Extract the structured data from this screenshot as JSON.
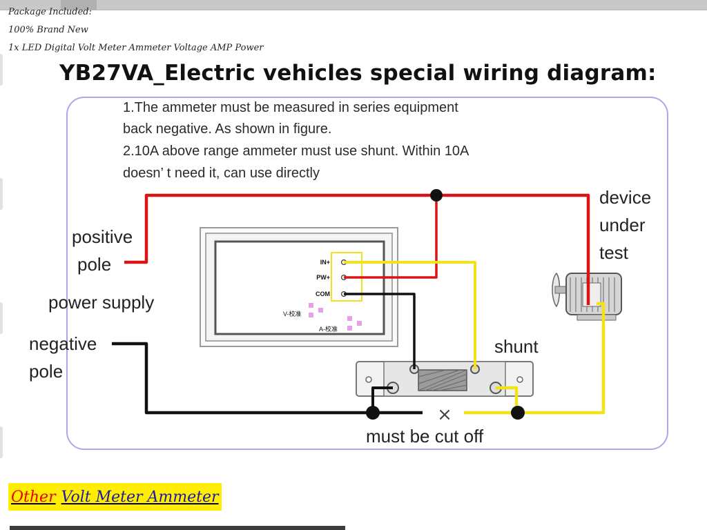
{
  "header_lines": [
    "Package Included:",
    "100% Brand New",
    "1x LED Digital Volt Meter Ammeter Voltage AMP Power"
  ],
  "title": "YB27VA_Electric vehicles special wiring diagram:",
  "notes": [
    "1.The ammeter must be measured in series equipment",
    "back negative. As shown in figure.",
    "2.10A above range ammeter must use shunt. Within  10A",
    " doesn’  t need it, can use directly"
  ],
  "labels": {
    "positive_line1": "positive",
    "positive_line2": "pole",
    "power_supply": "power supply",
    "negative_line1": "negative",
    "negative_line2": "pole",
    "device_line1": "device",
    "device_line2": "under",
    "device_line3": "test",
    "shunt": "shunt",
    "cut_off": "must be cut off"
  },
  "meter_labels": {
    "in_plus": "IN+",
    "pw_plus": "PW+",
    "com": "COM",
    "v_cal": "V-校准",
    "a_cal": "A-校准"
  },
  "cut_mark": "×",
  "link": {
    "word1": "Other",
    "word2": "Volt Meter Ammeter"
  },
  "colors": {
    "positive_wire": "#d81414",
    "negative_wire": "#111111",
    "signal_wire": "#f3e21a",
    "frame_border": "#a9a9e8",
    "link_background": "#ffee00"
  }
}
